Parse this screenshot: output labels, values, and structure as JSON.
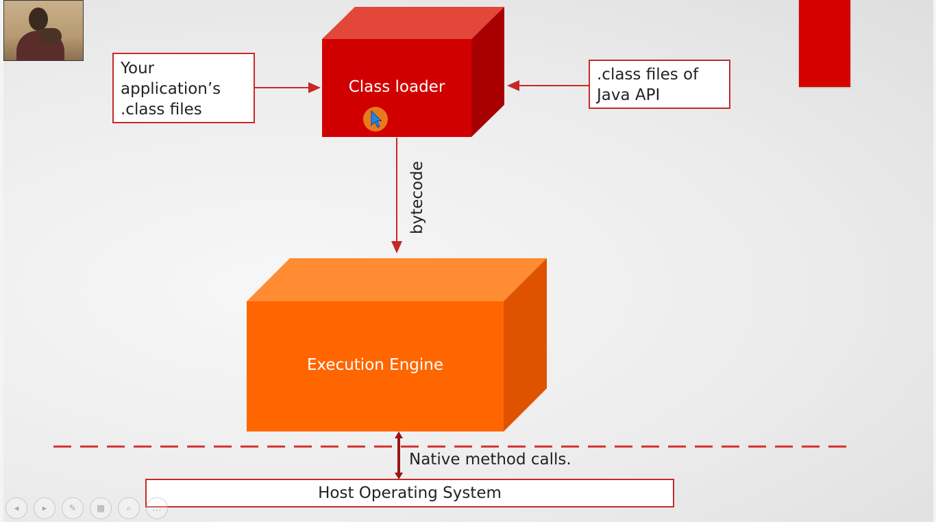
{
  "diagram": {
    "app_files_label": "Your\napplication’s\n.class files",
    "api_files_label": ".class files of\nJava API",
    "class_loader_label": "Class loader",
    "bytecode_label": "bytecode",
    "execution_engine_label": "Execution Engine",
    "native_calls_label": "Native method calls.",
    "host_os_label": "Host Operating System"
  },
  "colors": {
    "class_loader_front": "#d10000",
    "class_loader_top": "#e2473a",
    "class_loader_side": "#a80000",
    "engine_front": "#ff6600",
    "engine_top": "#ff8b33",
    "engine_side": "#de5200",
    "arrow": "#c62828",
    "boundary_line": "#d32f2f",
    "native_arrow": "#9a1414",
    "cursor_halo": "#e87a1d",
    "cursor_arrow": "#1e88e5"
  },
  "nav": {
    "buttons": [
      {
        "icon": "previous-icon",
        "glyph": "◂"
      },
      {
        "icon": "next-icon",
        "glyph": "▸"
      },
      {
        "icon": "pen-icon",
        "glyph": "✎"
      },
      {
        "icon": "slides-icon",
        "glyph": "▦"
      },
      {
        "icon": "zoom-icon",
        "glyph": "⌕"
      },
      {
        "icon": "more-icon",
        "glyph": "…"
      }
    ]
  }
}
